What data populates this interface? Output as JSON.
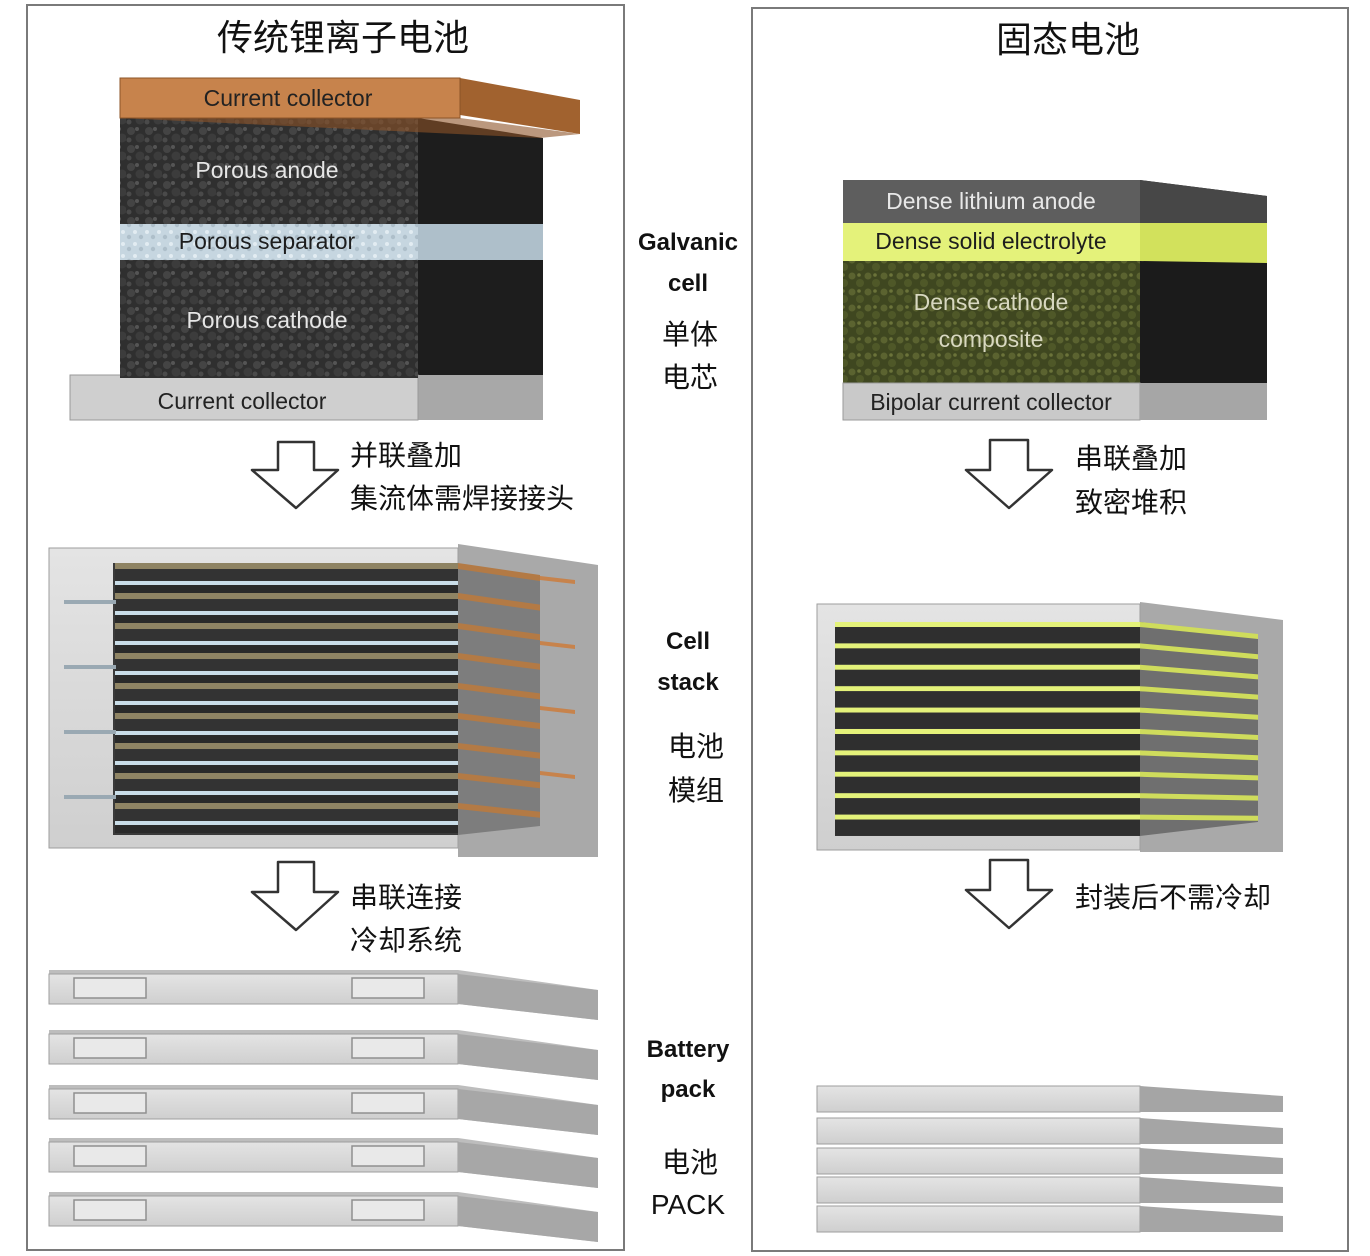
{
  "left_title": "传统锂离子电池",
  "right_title": "固态电池",
  "li_cell": {
    "top_collector": "Current collector",
    "anode": "Porous anode",
    "separator": "Porous separator",
    "cathode": "Porous cathode",
    "bottom_collector": "Current collector"
  },
  "ss_cell": {
    "anode": "Dense lithium anode",
    "electrolyte": "Dense solid electrolyte",
    "cathode_line1": "Dense cathode",
    "cathode_line2": "composite",
    "collector": "Bipolar current collector"
  },
  "left_steps": {
    "step1_line1": "并联叠加",
    "step1_line2": "集流体需焊接接头",
    "step2_line1": "串联连接",
    "step2_line2": "冷却系统"
  },
  "right_steps": {
    "step1_line1": "串联叠加",
    "step1_line2": "致密堆积",
    "step2_line1": "封装后不需冷却"
  },
  "stage_labels": {
    "galvanic_en1": "Galvanic",
    "galvanic_en2": "cell",
    "galvanic_zh1": "单体",
    "galvanic_zh2": "电芯",
    "stack_en1": "Cell",
    "stack_en2": "stack",
    "stack_zh1": "电池",
    "stack_zh2": "模组",
    "pack_en1": "Battery",
    "pack_en2": "pack",
    "pack_zh1": "电池",
    "pack_zh2": "PACK"
  },
  "colors": {
    "copper": "#c7834c",
    "dark_layer": "#2e2e2e",
    "separator": "#c9dbe6",
    "electrolyte": "#e4f27a",
    "ss_cathode": "#4c5426",
    "grey_collector": "#c8c8c8",
    "panel_border": "#7a7a7a"
  }
}
